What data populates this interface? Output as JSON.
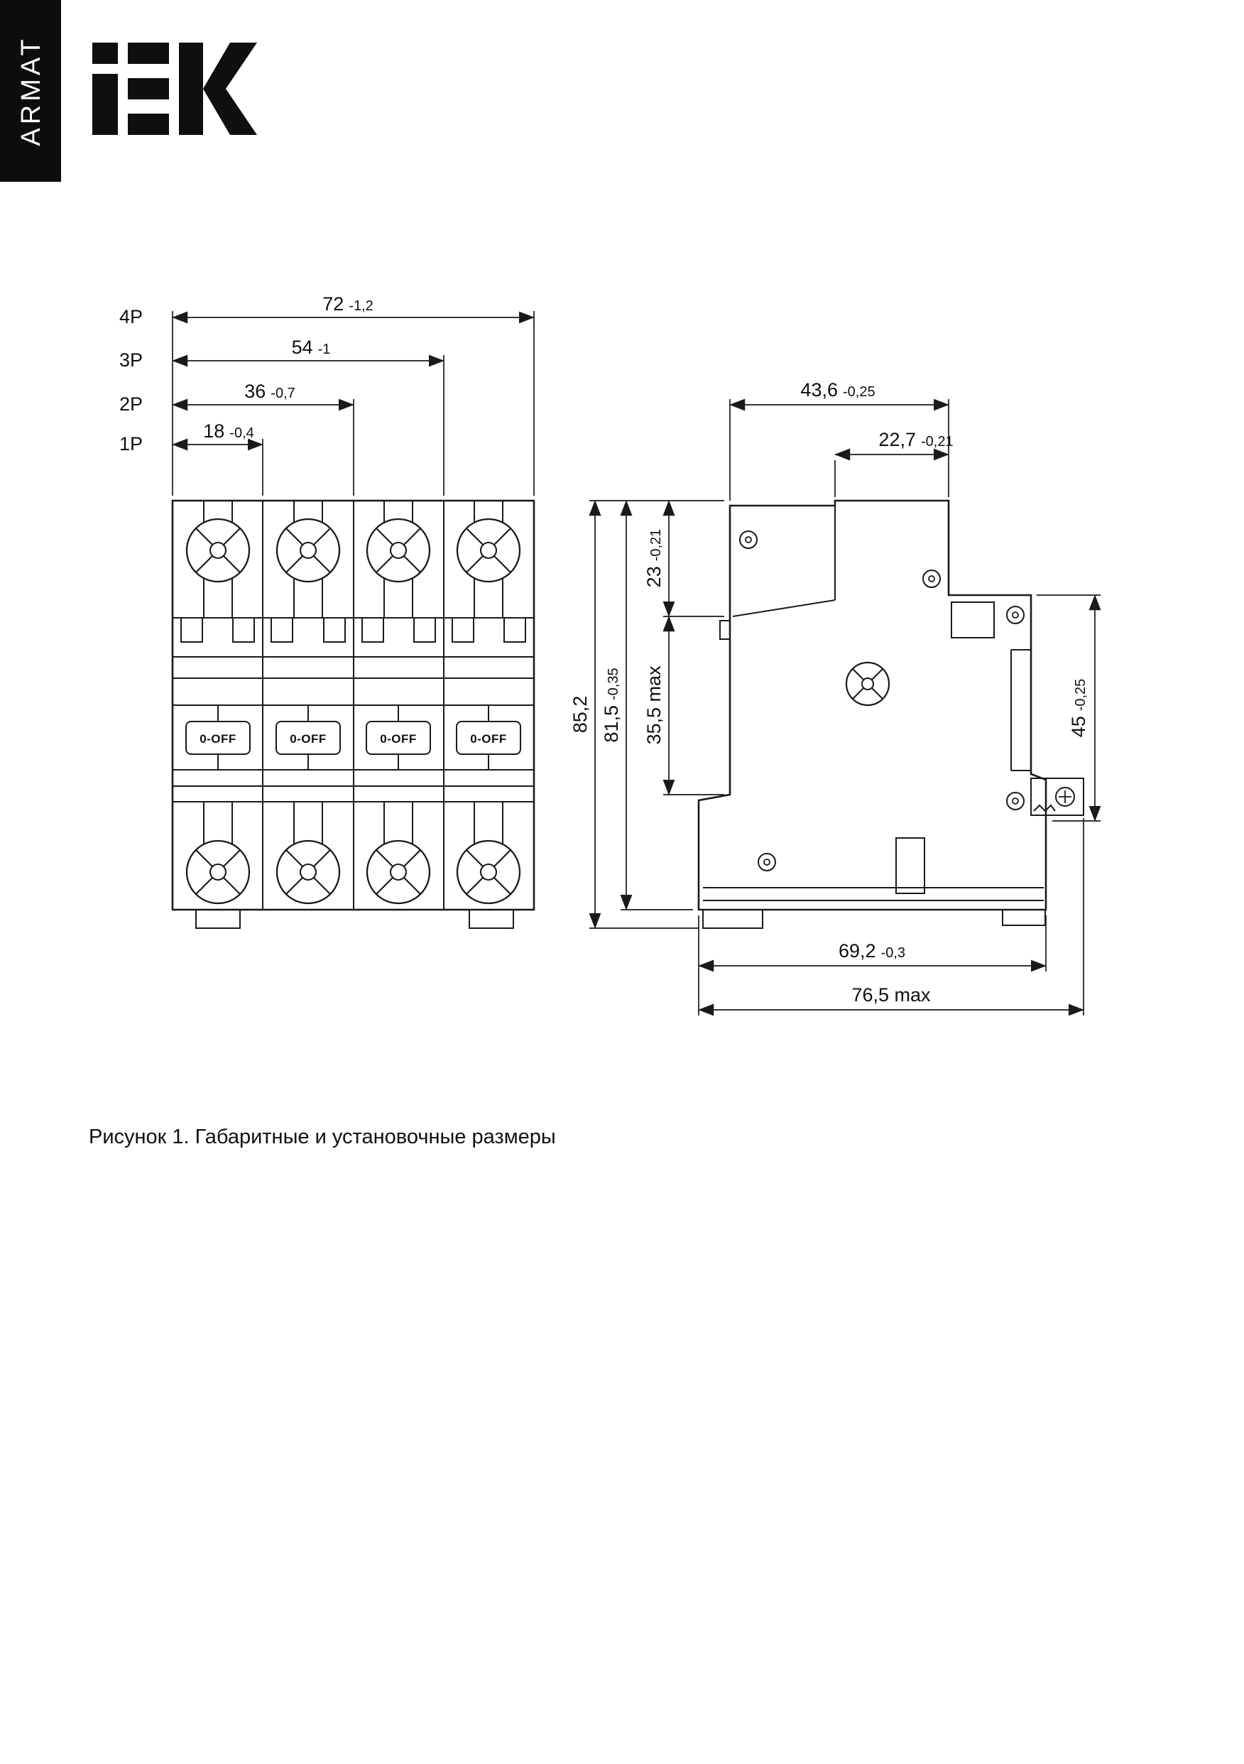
{
  "sidebar": {
    "brand": "ARMAT"
  },
  "logo": {
    "text": "IEK"
  },
  "figure": {
    "caption": "Рисунок 1. Габаритные и установочные размеры"
  },
  "front_view": {
    "switch_label": "0-OFF",
    "pole_dims": [
      {
        "pole": "4P",
        "value": "72",
        "tol": "-1,2"
      },
      {
        "pole": "3P",
        "value": "54",
        "tol": "-1"
      },
      {
        "pole": "2P",
        "value": "36",
        "tol": "-0,7"
      },
      {
        "pole": "1P",
        "value": "18",
        "tol": "-0,4"
      }
    ]
  },
  "side_view": {
    "width_top": {
      "value": "43,6",
      "tol": "-0,25"
    },
    "width_upper": {
      "value": "22,7",
      "tol": "-0,21"
    },
    "height_overall": {
      "value": "85,2"
    },
    "height_body": {
      "value": "81,5",
      "tol": "-0,35"
    },
    "height_terminal": {
      "value": "23",
      "tol": "-0,21"
    },
    "height_lever": {
      "value": "35,5 max"
    },
    "height_din": {
      "value": "45",
      "tol": "-0,25"
    },
    "width_bottom": {
      "value": "69,2",
      "tol": "-0,3"
    },
    "width_bottom_max": {
      "value": "76,5 max"
    }
  },
  "colors": {
    "ink": "#1a1a1a",
    "sidebar_bg": "#0d0d0d"
  }
}
